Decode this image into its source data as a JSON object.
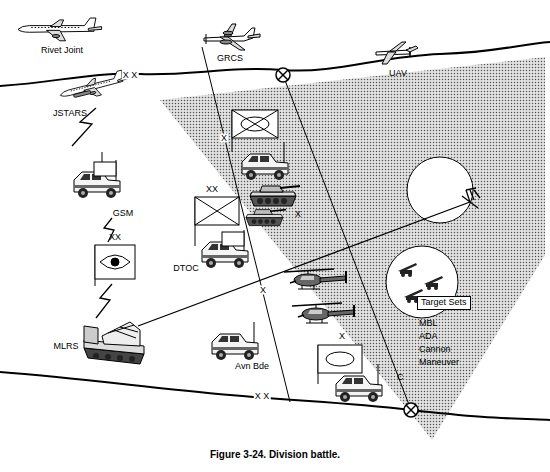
{
  "diagram": {
    "caption": "Figure 3-24. Division battle.",
    "nodes": [
      {
        "text": [
          "Target Sets"
        ]
      }
    ],
    "labels": [
      "Rivet Joint",
      "GRCS",
      "UAV",
      "X X",
      "JSTARS",
      "X",
      "XX",
      "GSM",
      "X",
      "XX",
      "DTOC",
      "X",
      "MBL",
      "ADA",
      "Cannon",
      "Maneuver",
      "C",
      "MLRS",
      "Avn Bde",
      "X",
      "X X"
    ]
  }
}
